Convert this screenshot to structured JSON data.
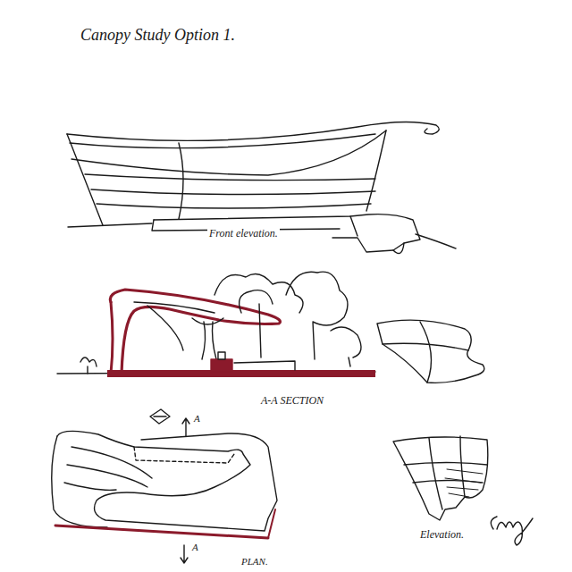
{
  "diagram": {
    "title": "Canopy Study Option 1.",
    "labels": [
      "Front elevation.",
      "A-A SECTION",
      "A",
      "PLAN.",
      "Elevation.",
      "A"
    ]
  }
}
